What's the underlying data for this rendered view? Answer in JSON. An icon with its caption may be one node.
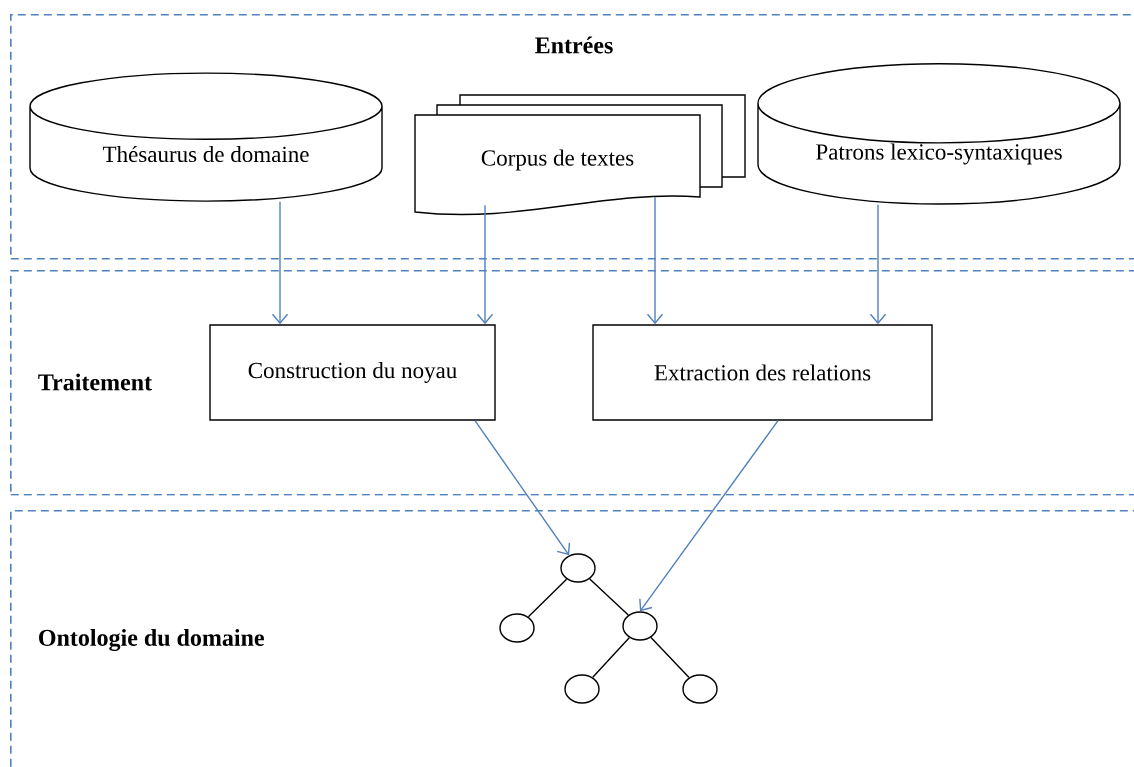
{
  "diagram": {
    "nodes": [
      {
        "text": [
          "Entrées"
        ]
      },
      {
        "text": [
          "Thésaurus de domaine"
        ],
        "in": 0
      },
      {
        "text": [
          "Corpus de textes"
        ],
        "in": 0
      },
      {
        "text": [
          "Patrons lexico-syntaxiques"
        ],
        "in": 0
      },
      {
        "text": [
          "Traitement"
        ]
      },
      {
        "text": [
          "Construction du noyau"
        ],
        "in": 4
      },
      {
        "text": [
          "Extraction des relations"
        ],
        "in": 4
      },
      {
        "text": [
          "Ontologie du domaine"
        ]
      },
      {
        "text": [],
        "shape": "circle",
        "in": 7
      },
      {
        "text": [],
        "shape": "circle",
        "in": 7
      },
      {
        "text": [],
        "shape": "circle",
        "in": 7
      },
      {
        "text": [],
        "shape": "circle",
        "in": 7
      },
      {
        "text": [],
        "shape": "circle",
        "in": 7
      }
    ],
    "edges": [
      {
        "from": 1,
        "to": 5,
        "arrow": "to"
      },
      {
        "from": 2,
        "to": 5,
        "arrow": "to"
      },
      {
        "from": 2,
        "to": 6,
        "arrow": "to"
      },
      {
        "from": 3,
        "to": 6,
        "arrow": "to"
      },
      {
        "from": 5,
        "to": 8,
        "arrow": "to"
      },
      {
        "from": 6,
        "to": 10,
        "arrow": "to"
      },
      {
        "from": 8,
        "to": 9,
        "arrow": "none",
        "color": "#000000"
      },
      {
        "from": 8,
        "to": 10,
        "arrow": "none",
        "color": "#000000"
      },
      {
        "from": 10,
        "to": 11,
        "arrow": "none",
        "color": "#000000"
      },
      {
        "from": 10,
        "to": 12,
        "arrow": "none",
        "color": "#000000"
      }
    ]
  }
}
